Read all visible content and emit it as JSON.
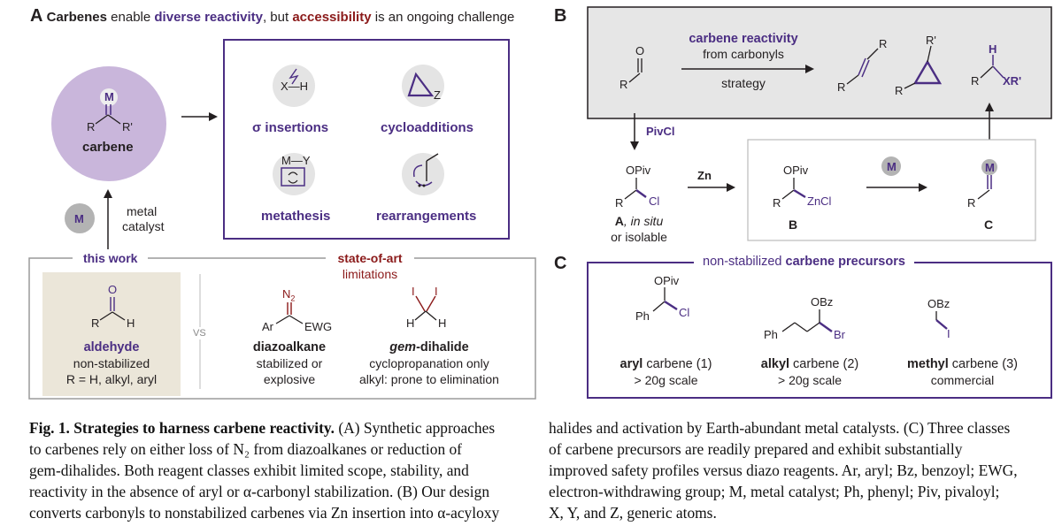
{
  "panelA": {
    "letter": "A",
    "title_parts": {
      "p1": "Carbenes",
      "p2": " enable ",
      "p3": "diverse reactivity",
      "p4": ", but ",
      "p5": "accessibility",
      "p6": " is an ongoing challenge"
    },
    "carbene_circle": {
      "label": "carbene",
      "metal": "M",
      "R": "R",
      "Rp": "R'"
    },
    "metal_catalyst": {
      "circle": "M",
      "line1": "metal",
      "line2": "catalyst"
    },
    "reactivity": [
      {
        "label": "σ insertions",
        "chem": "X—H"
      },
      {
        "label": "cycloadditions",
        "chem": "Z"
      },
      {
        "label": "metathesis",
        "chem": "M—Y"
      },
      {
        "label": "rearrangements",
        "chem": ""
      }
    ],
    "this_work": {
      "header": "this work",
      "name": "aldehyde",
      "line2": "non-stabilized",
      "line3": "R = H, alkyl, aryl",
      "O": "O",
      "R": "R",
      "H": "H"
    },
    "vs": "VS",
    "state_of_art": {
      "line1": "state-of-art",
      "line2": "limitations"
    },
    "diazo": {
      "name": "diazoalkane",
      "line2": "stabilized or",
      "line3": "explosive",
      "N2": "N",
      "sub2": "2",
      "Ar": "Ar",
      "EWG": "EWG"
    },
    "gem": {
      "name_italic": "gem",
      "name_rest": "-dihalide",
      "line2": "cyclopropanation only",
      "line3": "alkyl: prone to elimination",
      "I1": "I",
      "I2": "I",
      "H1": "H",
      "H2": "H"
    }
  },
  "panelB": {
    "letter": "B",
    "reactivity_line1": "carbene reactivity",
    "reactivity_line2": "from carbonyls",
    "strategy": "strategy",
    "O": "O",
    "R": "R",
    "Rp": "R'",
    "XRp": "XR'",
    "H": "H",
    "pivcl": "PivCl",
    "zn": "Zn",
    "M": "M",
    "A_label": "A",
    "A_insitu": ", in situ",
    "A_isolable": "or isolable",
    "B_label": "B",
    "C_label": "C",
    "OPiv": "OPiv",
    "Cl": "Cl",
    "ZnCl": "ZnCl"
  },
  "panelC": {
    "letter": "C",
    "title_plain": "non-stabilized ",
    "title_bold": "carbene precursors",
    "precursors": [
      {
        "bold": "aryl",
        "rest": " carbene (1)",
        "line2": "> 20g scale",
        "top": "OPiv",
        "left": "Ph",
        "right": "Cl"
      },
      {
        "bold": "alkyl",
        "rest": " carbene (2)",
        "line2": "> 20g scale",
        "top": "OBz",
        "left": "Ph",
        "right": "Br"
      },
      {
        "bold": "methyl",
        "rest": " carbene (3)",
        "line2": "commercial",
        "top": "OBz",
        "left": "",
        "right": "I"
      }
    ]
  },
  "caption": {
    "fig": "Fig. 1. Strategies to harness carbene reactivity.",
    "left_lines": [
      " (A) Synthetic approaches",
      "to carbenes rely on either loss of N₂ from diazoalkanes or reduction of",
      "gem-dihalides. Both reagent classes exhibit limited scope, stability, and",
      "reactivity in the absence of aryl or α-carbonyl stabilization. (B) Our design",
      "converts carbonyls to nonstabilized carbenes via Zn insertion into α-acyloxy"
    ],
    "right_lines": [
      "halides and activation by Earth-abundant metal catalysts. (C) Three classes",
      "of carbene precursors are readily prepared and exhibit substantially",
      "improved safety profiles versus diazo reagents. Ar, aryl; Bz, benzoyl; EWG,",
      "electron-withdrawing group; M, metal catalyst; Ph, phenyl; Piv, pivaloyl;",
      "X, Y, and Z, generic atoms."
    ]
  },
  "colors": {
    "purple": "#4b2e83",
    "lavender": "#c9b6db",
    "red": "#8b1a1a",
    "gray_box": "#e6e6e6",
    "beige": "#ebe6d9"
  }
}
